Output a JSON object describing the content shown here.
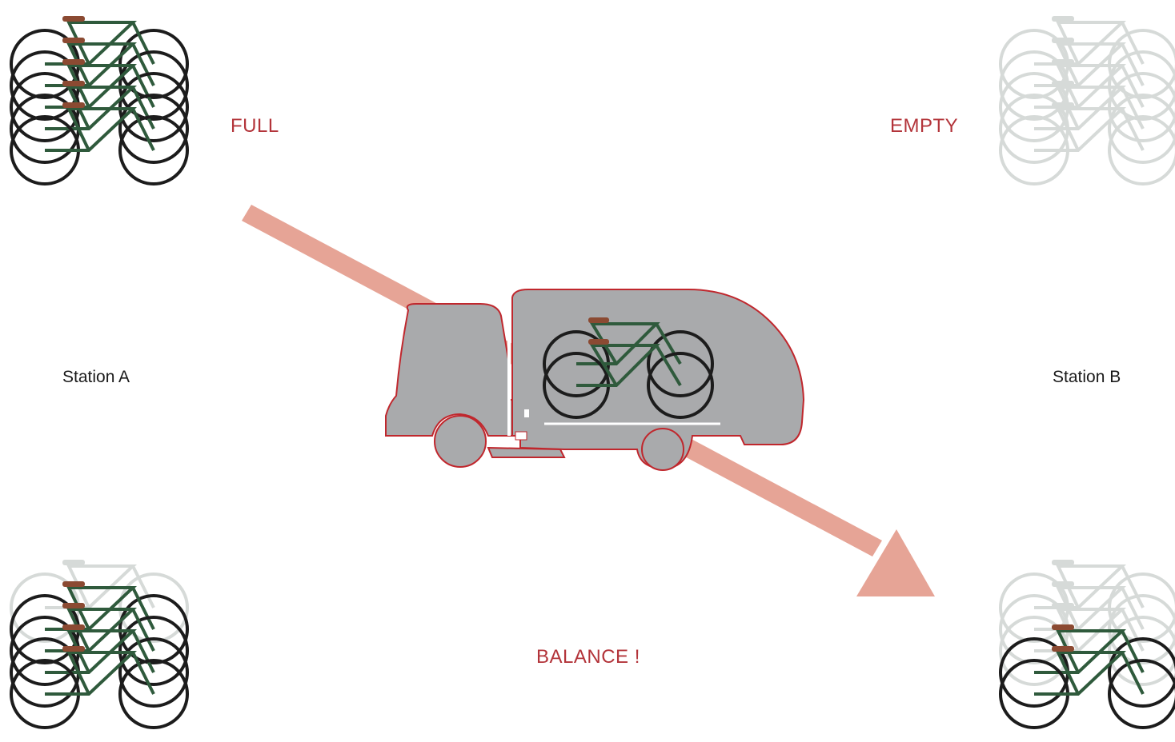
{
  "labels": {
    "full": "FULL",
    "empty": "EMPTY",
    "balance": "BALANCE !",
    "station_a": "Station A",
    "station_b": "Station B"
  },
  "colors": {
    "status_text": "#b3343a",
    "arrow": "#e6a496",
    "truck_body": "#a9aaac",
    "truck_outline": "#c0272d",
    "bike_dark": "#1c1c1c",
    "bike_frame": "#2f5a3c",
    "saddle": "#8b4a32",
    "bike_faded": "#d6dad8"
  },
  "stations": [
    {
      "name": "Station A",
      "before_state": "FULL"
    },
    {
      "name": "Station B",
      "before_state": "EMPTY"
    }
  ],
  "icons": {
    "arrow": "redistribution-arrow-icon",
    "truck": "bike-transport-truck-icon",
    "bike": "bicycle-icon"
  }
}
